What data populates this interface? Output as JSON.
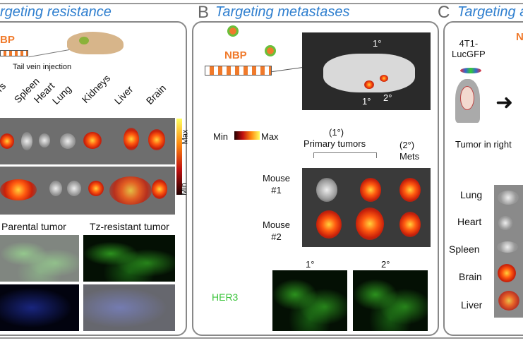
{
  "panel_a": {
    "title": "rgeting resistance",
    "agent": "BP",
    "injection": "Tail vein injection",
    "organs": [
      "nors",
      "Spleen",
      "Heart",
      "Lung",
      "Kidneys",
      "Liver",
      "Brain"
    ],
    "colorbar": {
      "max": "Max",
      "min": "Min"
    },
    "tumor_labels": [
      "Parental tumor",
      "Tz-resistant tumor"
    ]
  },
  "panel_b": {
    "letter": "B",
    "title": "Targeting metastases",
    "agent": "NBP",
    "mouse_labels": [
      "1°",
      "2°",
      "1°"
    ],
    "colorbar": {
      "min": "Min",
      "max": "Max"
    },
    "primary": "(1°)",
    "primary_label": "Primary tumors",
    "mets": "(2°)",
    "mets_label": "Mets",
    "mice": [
      "Mouse\n#1",
      "Mouse\n#2"
    ],
    "stain_label": "HER3",
    "stain_cols": [
      "1°",
      "2°"
    ]
  },
  "panel_c": {
    "letter": "C",
    "title": "Targeting a",
    "cell_line": "4T1-\nLucGFP",
    "agent": "N",
    "tumor_text": "Tumor in right",
    "organs": [
      "Lung",
      "Heart",
      "Spleen",
      "Brain",
      "Liver"
    ]
  },
  "colors": {
    "title": "#2f7fcf",
    "agent": "#f07a2b",
    "stain": "#3cc43c",
    "dash": "#e03a2a"
  }
}
